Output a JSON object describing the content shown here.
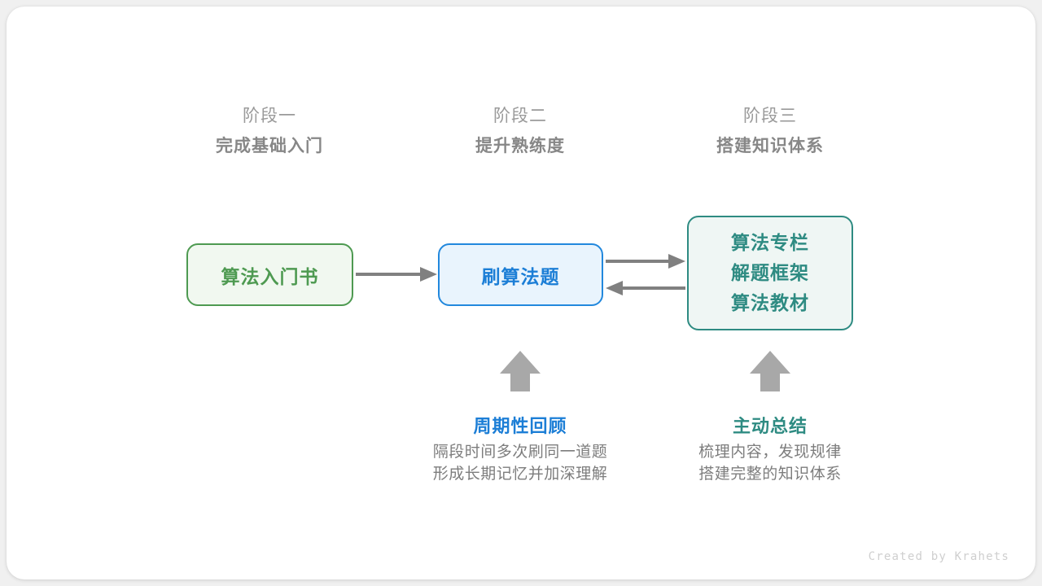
{
  "diagram": {
    "title_credit": "Created by Krahets",
    "stages": [
      {
        "index_label": "阶段一",
        "title": "完成基础入门"
      },
      {
        "index_label": "阶段二",
        "title": "提升熟练度"
      },
      {
        "index_label": "阶段三",
        "title": "搭建知识体系"
      }
    ],
    "nodes": [
      {
        "id": "book",
        "lines": [
          "算法入门书"
        ],
        "color": "#4e9a51",
        "fill": "#f1f8f0"
      },
      {
        "id": "practice",
        "lines": [
          "刷算法题"
        ],
        "color": "#1c7ed6",
        "fill": "#e9f4fd"
      },
      {
        "id": "resources",
        "lines": [
          "算法专栏",
          "解题框架",
          "算法教材"
        ],
        "color": "#2e8b82",
        "fill": "#eff6f4"
      }
    ],
    "node_text": {
      "book_line1": "算法入门书",
      "practice_line1": "刷算法题",
      "resources_line1": "算法专栏",
      "resources_line2": "解题框架",
      "resources_line3": "算法教材"
    },
    "connectors": [
      {
        "id": "book-to-practice",
        "from": "book",
        "to": "practice",
        "direction": "right",
        "color": "#808080"
      },
      {
        "id": "practice-to-resources",
        "from": "practice",
        "to": "resources",
        "direction": "right",
        "color": "#808080"
      },
      {
        "id": "resources-to-practice",
        "from": "resources",
        "to": "practice",
        "direction": "left",
        "color": "#808080"
      },
      {
        "id": "review-up-arrow",
        "from": "review",
        "to": "practice",
        "direction": "up",
        "color": "#a8a8a8"
      },
      {
        "id": "summary-up-arrow",
        "from": "summary",
        "to": "resources",
        "direction": "up",
        "color": "#a8a8a8"
      }
    ],
    "annotations": [
      {
        "id": "review",
        "title": "周期性回顾",
        "color": "#1c7ed6",
        "desc_line1": "隔段时间多次刷同一道题",
        "desc_line2": "形成长期记忆并加深理解"
      },
      {
        "id": "summary",
        "title": "主动总结",
        "color": "#2e8b82",
        "desc_line1": "梳理内容，发现规律",
        "desc_line2": "搭建完整的知识体系"
      }
    ]
  }
}
